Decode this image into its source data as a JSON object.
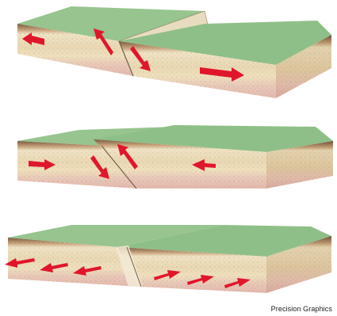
{
  "credit": "Precision Graphics",
  "colors": {
    "surface": "#8fbf88",
    "surface_light": "#a9cfa0",
    "soil": "#7a5a3e",
    "layer_light": "#efe3c4",
    "layer_sand": "#e6d4aa",
    "layer_pink": "#e8c2b6",
    "edge_dark": "#b89b78",
    "arrow": "#e0162b"
  },
  "panels": [
    {
      "name": "normal-fault-block",
      "motion": "extension"
    },
    {
      "name": "reverse-fault-block",
      "motion": "compression"
    },
    {
      "name": "strike-slip-fault-block",
      "motion": "lateral"
    }
  ]
}
